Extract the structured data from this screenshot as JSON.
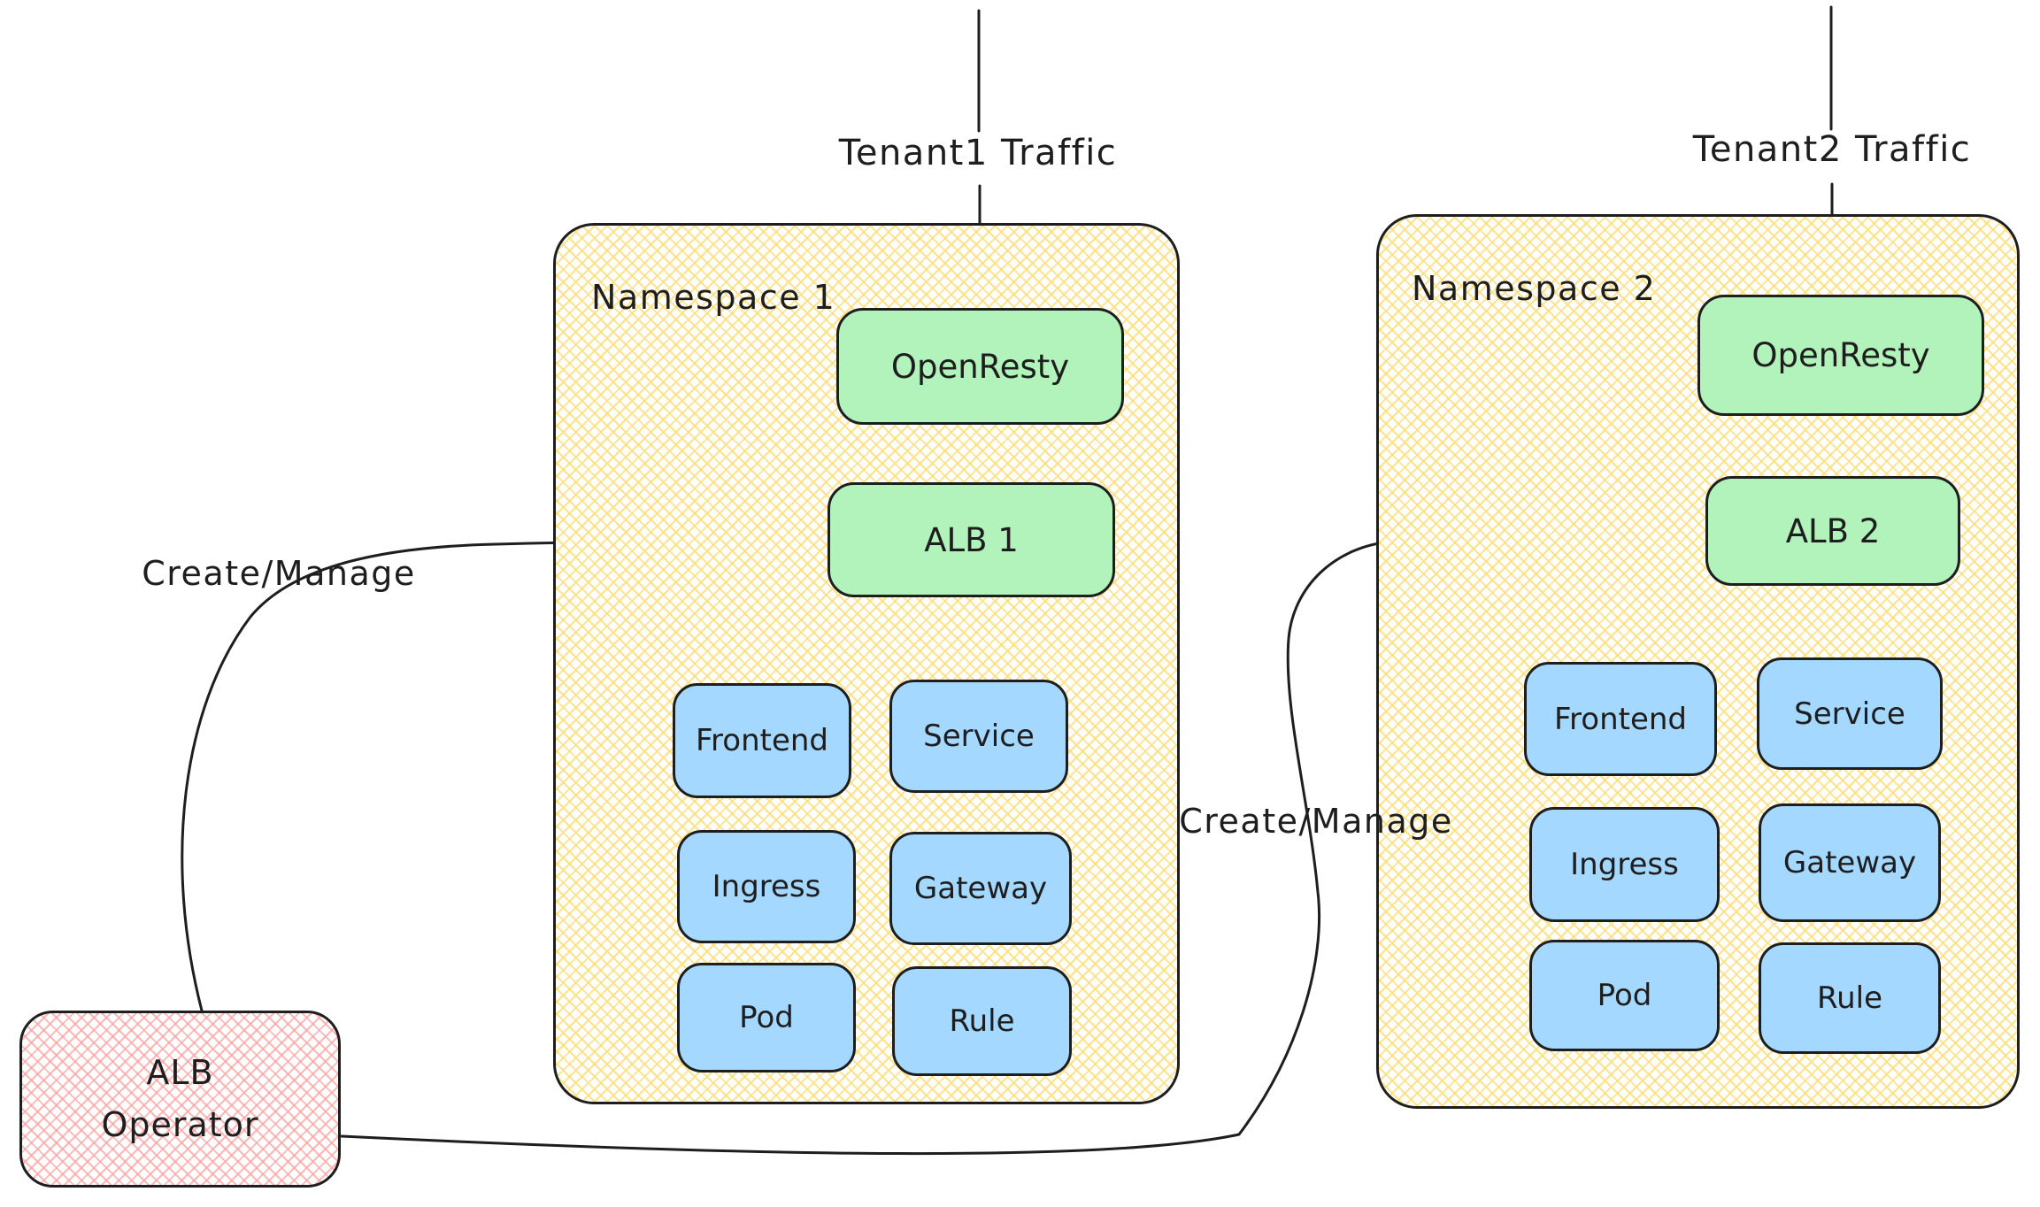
{
  "diagram": {
    "tenant1_traffic_label": "Tenant1 Traffic",
    "tenant2_traffic_label": "Tenant2 Traffic",
    "create_manage_label_1": "Create/Manage",
    "create_manage_label_2": "Create/Manage",
    "namespace1": {
      "label": "Namespace 1",
      "openresty_label": "OpenResty",
      "alb_label": "ALB 1",
      "resources": [
        "Frontend",
        "Service",
        "Ingress",
        "Gateway",
        "Pod",
        "Rule"
      ]
    },
    "namespace2": {
      "label": "Namespace 2",
      "openresty_label": "OpenResty",
      "alb_label": "ALB 2",
      "resources": [
        "Frontend",
        "Service",
        "Ingress",
        "Gateway",
        "Pod",
        "Rule"
      ]
    },
    "operator": {
      "line1": "ALB",
      "line2": "Operator"
    },
    "colors": {
      "namespace_fill": "#FFEC99",
      "green_fill": "#B2F2BB",
      "blue_fill": "#A5D8FF",
      "operator_fill": "#FFC9C9",
      "stroke": "#1E1E1E"
    }
  }
}
